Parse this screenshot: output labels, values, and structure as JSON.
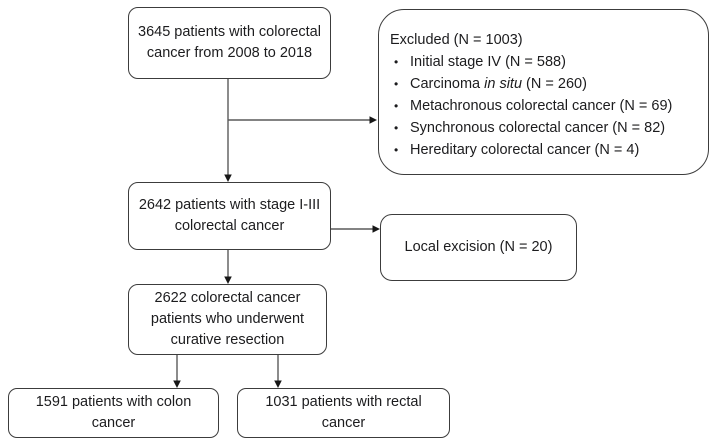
{
  "colors": {
    "background": "#ffffff",
    "box_border": "#3c3c3c",
    "text": "#1c1c1e",
    "connector_line": "#5a5a5a",
    "arrowhead": "#171717"
  },
  "boxes": {
    "cohort": {
      "text": "3645 patients with colorectal cancer from 2008 to 2018"
    },
    "excluded": {
      "title": "Excluded (N = 1003)",
      "bullet": "•",
      "items": [
        "Initial stage IV (N = 588)",
        {
          "pre": "Carcinoma ",
          "italic": "in situ",
          "post": " (N = 260)"
        },
        "Metachronous colorectal cancer (N = 69)",
        "Synchronous colorectal cancer (N = 82)",
        "Hereditary colorectal cancer (N = 4)"
      ]
    },
    "stage": {
      "text": "2642 patients with stage I-III colorectal cancer"
    },
    "local_excision": {
      "text": "Local excision (N = 20)"
    },
    "curative": {
      "text": "2622 colorectal cancer patients who underwent curative resection"
    },
    "colon": {
      "text": "1591 patients with colon cancer"
    },
    "rectal": {
      "text": "1031 patients with rectal cancer"
    }
  }
}
